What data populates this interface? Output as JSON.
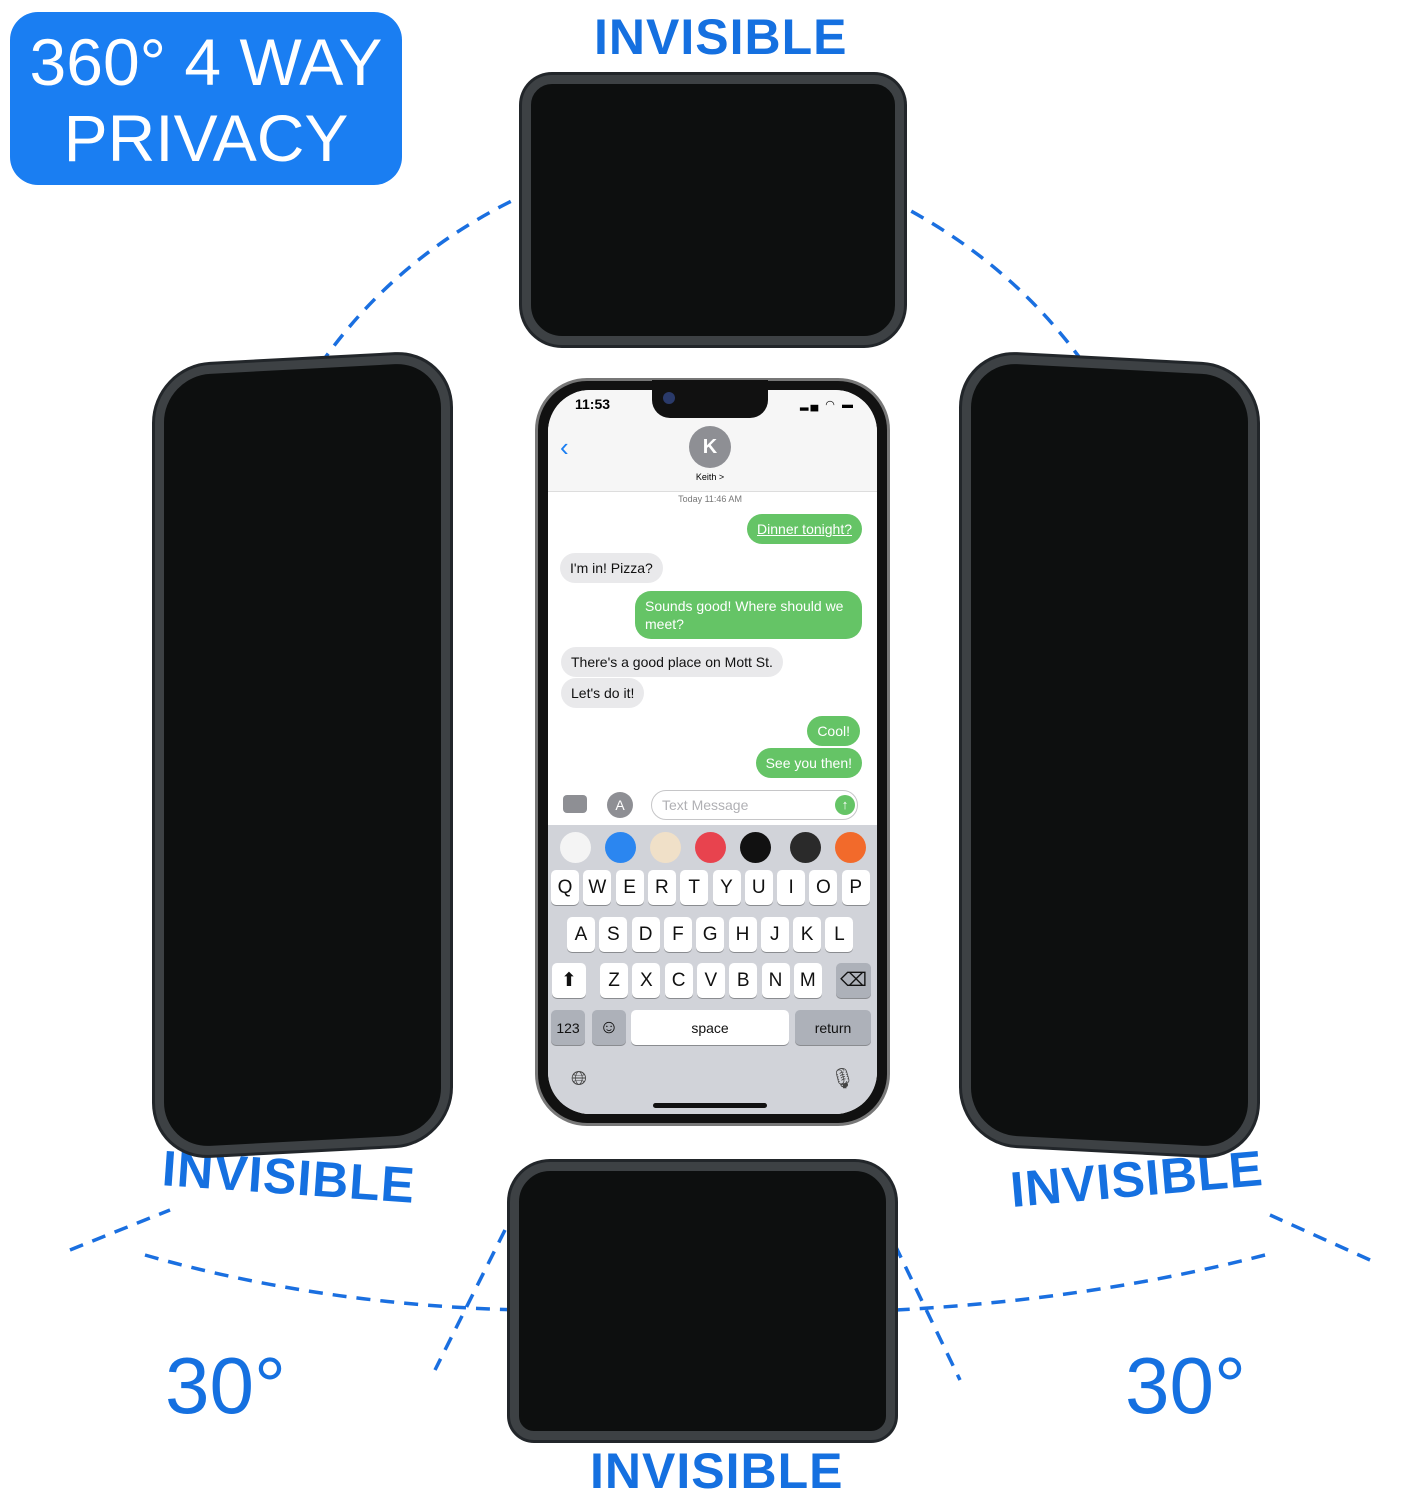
{
  "badge": {
    "line1": "360° 4 WAY",
    "line2": "PRIVACY"
  },
  "labels": {
    "top": "INVISIBLE",
    "left": "INVISIBLE",
    "right": "INVISIBLE",
    "bottom": "INVISIBLE",
    "angle_left": "30°",
    "angle_right": "30°"
  },
  "colors": {
    "accent": "#1a7ef2",
    "bubble_sent": "#65c466",
    "bubble_received": "#e9e9eb"
  },
  "phone": {
    "time": "11:53",
    "contact_initial": "K",
    "contact_name": "Keith >",
    "timestamp": "Today 11:46 AM",
    "messages": [
      {
        "from": "me",
        "text": "Dinner tonight?"
      },
      {
        "from": "them",
        "text": "I'm in! Pizza?"
      },
      {
        "from": "me",
        "text": "Sounds good! Where should we meet?"
      },
      {
        "from": "them",
        "text": "There's a good place on Mott St."
      },
      {
        "from": "them",
        "text": "Let's do it!"
      },
      {
        "from": "me",
        "text": "Cool!"
      },
      {
        "from": "me",
        "text": "See you then!"
      }
    ],
    "input_placeholder": "Text Message",
    "apps": [
      "photos",
      "app-store",
      "memoji",
      "music",
      "heart-digital-touch",
      "memoji-stickers",
      "garageband"
    ],
    "keyboard": {
      "row1": [
        "Q",
        "W",
        "E",
        "R",
        "T",
        "Y",
        "U",
        "I",
        "O",
        "P"
      ],
      "row2": [
        "A",
        "S",
        "D",
        "F",
        "G",
        "H",
        "J",
        "K",
        "L"
      ],
      "row3": [
        "Z",
        "X",
        "C",
        "V",
        "B",
        "N",
        "M"
      ],
      "numbers": "123",
      "space": "space",
      "return": "return"
    }
  }
}
